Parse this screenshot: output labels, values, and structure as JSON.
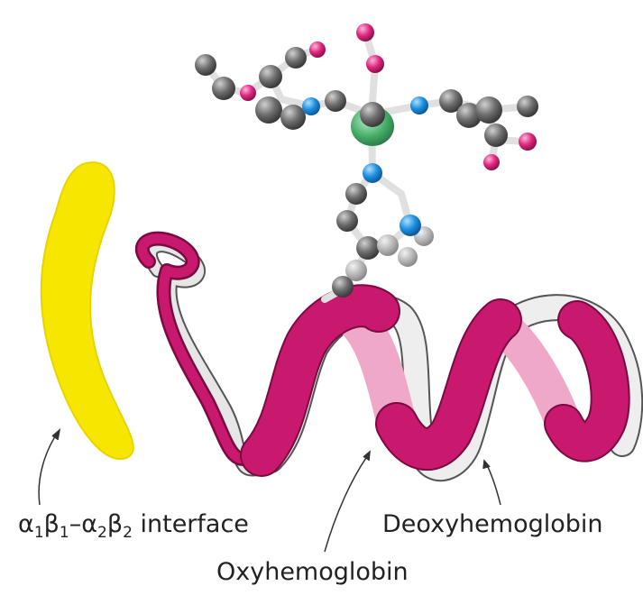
{
  "labels": {
    "interface": {
      "alpha": "α",
      "beta": "β",
      "dash": "–",
      "sub1": "1",
      "sub2": "2",
      "suffix": " interface"
    },
    "deoxyhemoglobin": "Deoxyhemoglobin",
    "oxyhemoglobin": "Oxyhemoglobin"
  },
  "colors": {
    "interface_band": "#f7e600",
    "oxy_ribbon": "#c8196e",
    "oxy_ribbon_back": "#f0a8c8",
    "deoxy_ribbon": "#e6e6e6",
    "carbon_atom": "#6e6e6e",
    "nitrogen_atom": "#1e8fe0",
    "oxygen_atom": "#e0287e",
    "iron_atom": "#3ca860",
    "bond": "#e0e0e0"
  }
}
